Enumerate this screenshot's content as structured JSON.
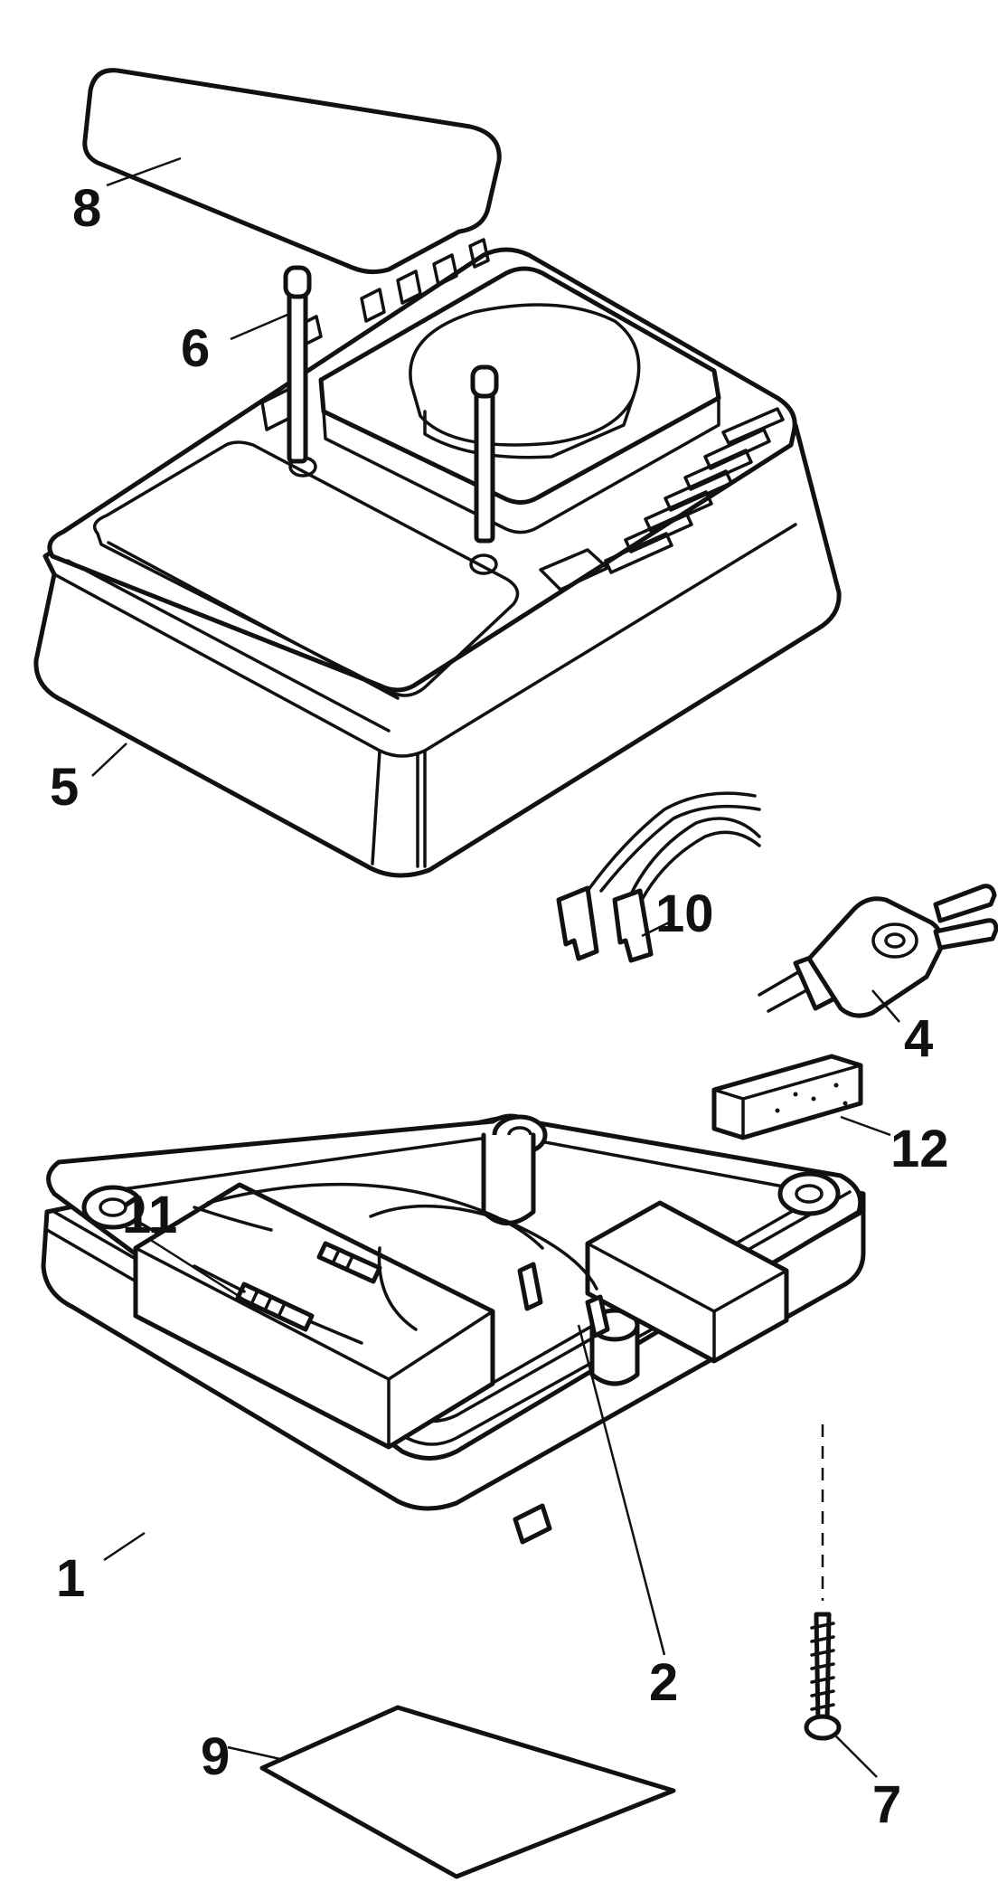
{
  "diagram": {
    "callouts": [
      {
        "id": "c8",
        "label": "8",
        "part": "label-plate"
      },
      {
        "id": "c6",
        "label": "6",
        "part": "terminal-pin"
      },
      {
        "id": "c5",
        "label": "5",
        "part": "upper-case"
      },
      {
        "id": "c10",
        "label": "10",
        "part": "lead-terminals"
      },
      {
        "id": "c4",
        "label": "4",
        "part": "ac-plug"
      },
      {
        "id": "c12",
        "label": "12",
        "part": "cushion-block"
      },
      {
        "id": "c11",
        "label": "11",
        "part": "resistor"
      },
      {
        "id": "c1",
        "label": "1",
        "part": "lower-case"
      },
      {
        "id": "c2",
        "label": "2",
        "part": "terminal-clip"
      },
      {
        "id": "c9",
        "label": "9",
        "part": "bottom-label"
      },
      {
        "id": "c7",
        "label": "7",
        "part": "tapping-screw"
      }
    ]
  }
}
